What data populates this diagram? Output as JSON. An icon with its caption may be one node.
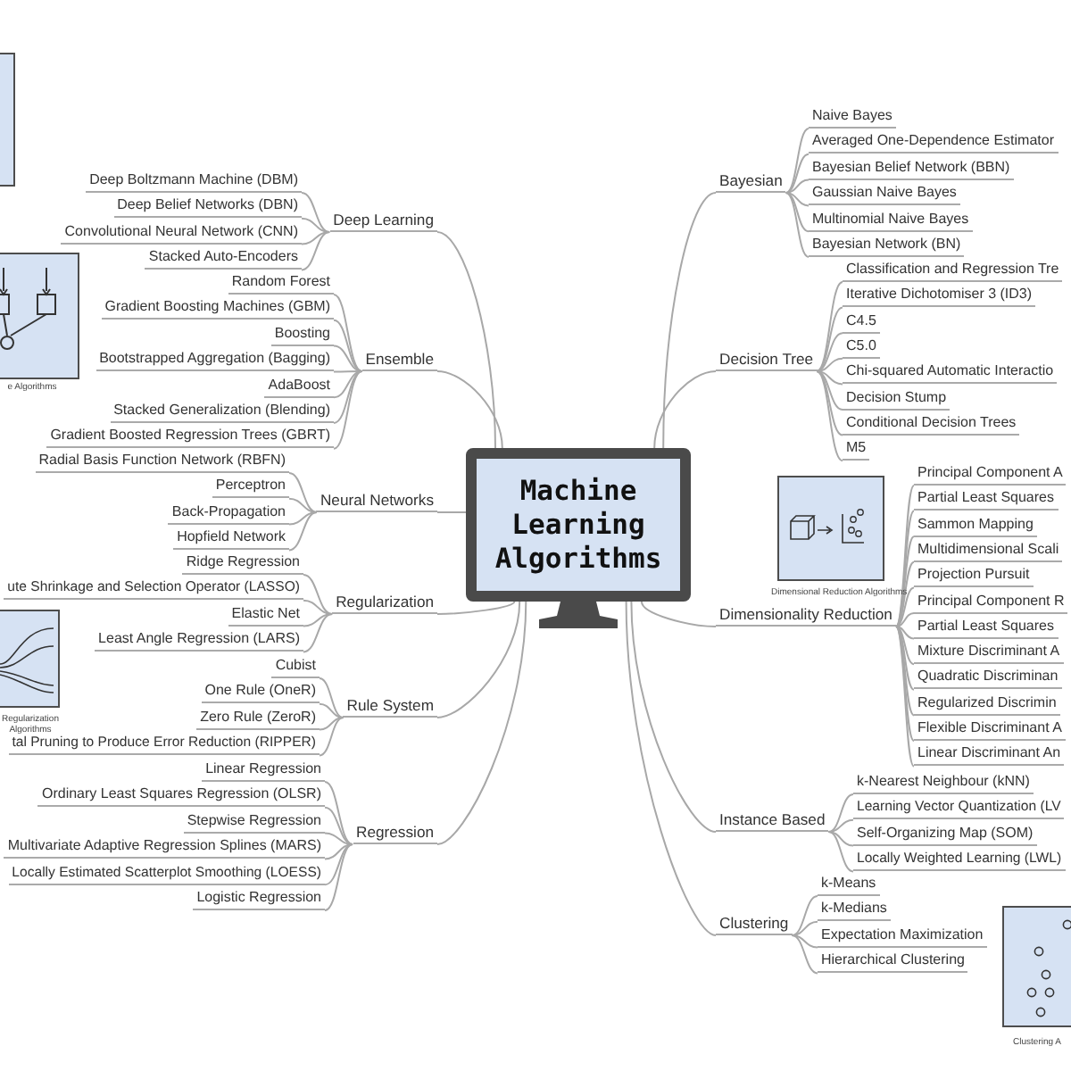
{
  "diagram": {
    "nodes": [
      {
        "text": [
          "Machine Learning Algorithms"
        ]
      },
      {
        "text": [
          "Deep Learning"
        ]
      },
      {
        "text": [
          "Deep Boltzmann Machine (DBM)"
        ]
      },
      {
        "text": [
          "Deep Belief Networks (DBN)"
        ]
      },
      {
        "text": [
          "Convolutional Neural Network (CNN)"
        ]
      },
      {
        "text": [
          "Stacked Auto-Encoders"
        ]
      },
      {
        "text": [
          "Ensemble"
        ]
      },
      {
        "text": [
          "Random Forest"
        ]
      },
      {
        "text": [
          "Gradient Boosting Machines (GBM)"
        ]
      },
      {
        "text": [
          "Boosting"
        ]
      },
      {
        "text": [
          "Bootstrapped Aggregation (Bagging)"
        ]
      },
      {
        "text": [
          "AdaBoost"
        ]
      },
      {
        "text": [
          "Stacked Generalization (Blending)"
        ]
      },
      {
        "text": [
          "Gradient Boosted Regression Trees (GBRT)"
        ]
      },
      {
        "text": [
          "Neural Networks"
        ]
      },
      {
        "text": [
          "Radial Basis Function Network (RBFN)"
        ]
      },
      {
        "text": [
          "Perceptron"
        ]
      },
      {
        "text": [
          "Back-Propagation"
        ]
      },
      {
        "text": [
          "Hopfield Network"
        ]
      },
      {
        "text": [
          "Regularization"
        ]
      },
      {
        "text": [
          "Ridge Regression"
        ]
      },
      {
        "text": [
          "ute Shrinkage and Selection Operator (LASSO)"
        ]
      },
      {
        "text": [
          "Elastic Net"
        ]
      },
      {
        "text": [
          "Least Angle Regression (LARS)"
        ]
      },
      {
        "text": [
          "Rule System"
        ]
      },
      {
        "text": [
          "Cubist"
        ]
      },
      {
        "text": [
          "One Rule (OneR)"
        ]
      },
      {
        "text": [
          "Zero Rule (ZeroR)"
        ]
      },
      {
        "text": [
          "tal Pruning to Produce Error Reduction (RIPPER)"
        ]
      },
      {
        "text": [
          "Regression"
        ]
      },
      {
        "text": [
          "Linear Regression"
        ]
      },
      {
        "text": [
          "Ordinary Least Squares Regression (OLSR)"
        ]
      },
      {
        "text": [
          "Stepwise Regression"
        ]
      },
      {
        "text": [
          "Multivariate Adaptive Regression Splines (MARS)"
        ]
      },
      {
        "text": [
          "Locally Estimated Scatterplot Smoothing (LOESS)"
        ]
      },
      {
        "text": [
          "Logistic Regression"
        ]
      },
      {
        "text": [
          "Bayesian"
        ]
      },
      {
        "text": [
          "Naive Bayes"
        ]
      },
      {
        "text": [
          "Averaged One-Dependence Estimator"
        ]
      },
      {
        "text": [
          "Bayesian Belief Network (BBN)"
        ]
      },
      {
        "text": [
          "Gaussian Naive Bayes"
        ]
      },
      {
        "text": [
          "Multinomial Naive Bayes"
        ]
      },
      {
        "text": [
          "Bayesian Network (BN)"
        ]
      },
      {
        "text": [
          "Decision Tree"
        ]
      },
      {
        "text": [
          "Classification and Regression Tre"
        ]
      },
      {
        "text": [
          "Iterative Dichotomiser 3 (ID3)"
        ]
      },
      {
        "text": [
          "C4.5"
        ]
      },
      {
        "text": [
          "C5.0"
        ]
      },
      {
        "text": [
          "Chi-squared Automatic Interactio"
        ]
      },
      {
        "text": [
          "Decision Stump"
        ]
      },
      {
        "text": [
          "Conditional Decision Trees"
        ]
      },
      {
        "text": [
          "M5"
        ]
      },
      {
        "text": [
          "Dimensionality Reduction"
        ]
      },
      {
        "text": [
          "Principal Component A"
        ]
      },
      {
        "text": [
          "Partial Least Squares"
        ]
      },
      {
        "text": [
          "Sammon Mapping"
        ]
      },
      {
        "text": [
          "Multidimensional Scali"
        ]
      },
      {
        "text": [
          "Projection Pursuit"
        ]
      },
      {
        "text": [
          "Principal Component R"
        ]
      },
      {
        "text": [
          "Partial Least Squares"
        ]
      },
      {
        "text": [
          "Mixture Discriminant A"
        ]
      },
      {
        "text": [
          "Quadratic Discriminan"
        ]
      },
      {
        "text": [
          "Regularized Discrimin"
        ]
      },
      {
        "text": [
          "Flexible Discriminant A"
        ]
      },
      {
        "text": [
          "Linear Discriminant An"
        ]
      },
      {
        "text": [
          "Instance Based"
        ]
      },
      {
        "text": [
          "k-Nearest Neighbour (kNN)"
        ]
      },
      {
        "text": [
          "Learning Vector Quantization (LV"
        ]
      },
      {
        "text": [
          "Self-Organizing Map (SOM)"
        ]
      },
      {
        "text": [
          "Locally Weighted Learning (LWL)"
        ]
      },
      {
        "text": [
          "Clustering"
        ]
      },
      {
        "text": [
          "k-Means"
        ]
      },
      {
        "text": [
          "k-Medians"
        ]
      },
      {
        "text": [
          "Expectation Maximization"
        ]
      },
      {
        "text": [
          "Hierarchical Clustering"
        ]
      }
    ],
    "edges": [
      {
        "from": 0,
        "to": 1,
        "arrow": "none"
      },
      {
        "from": 1,
        "to": 2,
        "arrow": "none"
      },
      {
        "from": 1,
        "to": 3,
        "arrow": "none"
      },
      {
        "from": 1,
        "to": 4,
        "arrow": "none"
      },
      {
        "from": 1,
        "to": 5,
        "arrow": "none"
      },
      {
        "from": 0,
        "to": 6,
        "arrow": "none"
      },
      {
        "from": 6,
        "to": 7,
        "arrow": "none"
      },
      {
        "from": 6,
        "to": 8,
        "arrow": "none"
      },
      {
        "from": 6,
        "to": 9,
        "arrow": "none"
      },
      {
        "from": 6,
        "to": 10,
        "arrow": "none"
      },
      {
        "from": 6,
        "to": 11,
        "arrow": "none"
      },
      {
        "from": 6,
        "to": 12,
        "arrow": "none"
      },
      {
        "from": 6,
        "to": 13,
        "arrow": "none"
      },
      {
        "from": 0,
        "to": 14,
        "arrow": "none"
      },
      {
        "from": 14,
        "to": 15,
        "arrow": "none"
      },
      {
        "from": 14,
        "to": 16,
        "arrow": "none"
      },
      {
        "from": 14,
        "to": 17,
        "arrow": "none"
      },
      {
        "from": 14,
        "to": 18,
        "arrow": "none"
      },
      {
        "from": 0,
        "to": 19,
        "arrow": "none"
      },
      {
        "from": 19,
        "to": 20,
        "arrow": "none"
      },
      {
        "from": 19,
        "to": 21,
        "arrow": "none"
      },
      {
        "from": 19,
        "to": 22,
        "arrow": "none"
      },
      {
        "from": 19,
        "to": 23,
        "arrow": "none"
      },
      {
        "from": 0,
        "to": 24,
        "arrow": "none"
      },
      {
        "from": 24,
        "to": 25,
        "arrow": "none"
      },
      {
        "from": 24,
        "to": 26,
        "arrow": "none"
      },
      {
        "from": 24,
        "to": 27,
        "arrow": "none"
      },
      {
        "from": 24,
        "to": 28,
        "arrow": "none"
      },
      {
        "from": 0,
        "to": 29,
        "arrow": "none"
      },
      {
        "from": 29,
        "to": 30,
        "arrow": "none"
      },
      {
        "from": 29,
        "to": 31,
        "arrow": "none"
      },
      {
        "from": 29,
        "to": 32,
        "arrow": "none"
      },
      {
        "from": 29,
        "to": 33,
        "arrow": "none"
      },
      {
        "from": 29,
        "to": 34,
        "arrow": "none"
      },
      {
        "from": 29,
        "to": 35,
        "arrow": "none"
      },
      {
        "from": 0,
        "to": 36,
        "arrow": "none"
      },
      {
        "from": 36,
        "to": 37,
        "arrow": "none"
      },
      {
        "from": 36,
        "to": 38,
        "arrow": "none"
      },
      {
        "from": 36,
        "to": 39,
        "arrow": "none"
      },
      {
        "from": 36,
        "to": 40,
        "arrow": "none"
      },
      {
        "from": 36,
        "to": 41,
        "arrow": "none"
      },
      {
        "from": 36,
        "to": 42,
        "arrow": "none"
      },
      {
        "from": 0,
        "to": 43,
        "arrow": "none"
      },
      {
        "from": 43,
        "to": 44,
        "arrow": "none"
      },
      {
        "from": 43,
        "to": 45,
        "arrow": "none"
      },
      {
        "from": 43,
        "to": 46,
        "arrow": "none"
      },
      {
        "from": 43,
        "to": 47,
        "arrow": "none"
      },
      {
        "from": 43,
        "to": 48,
        "arrow": "none"
      },
      {
        "from": 43,
        "to": 49,
        "arrow": "none"
      },
      {
        "from": 43,
        "to": 50,
        "arrow": "none"
      },
      {
        "from": 43,
        "to": 51,
        "arrow": "none"
      },
      {
        "from": 0,
        "to": 52,
        "arrow": "none"
      },
      {
        "from": 52,
        "to": 53,
        "arrow": "none"
      },
      {
        "from": 52,
        "to": 54,
        "arrow": "none"
      },
      {
        "from": 52,
        "to": 55,
        "arrow": "none"
      },
      {
        "from": 52,
        "to": 56,
        "arrow": "none"
      },
      {
        "from": 52,
        "to": 57,
        "arrow": "none"
      },
      {
        "from": 52,
        "to": 58,
        "arrow": "none"
      },
      {
        "from": 52,
        "to": 59,
        "arrow": "none"
      },
      {
        "from": 52,
        "to": 60,
        "arrow": "none"
      },
      {
        "from": 52,
        "to": 61,
        "arrow": "none"
      },
      {
        "from": 52,
        "to": 62,
        "arrow": "none"
      },
      {
        "from": 52,
        "to": 63,
        "arrow": "none"
      },
      {
        "from": 52,
        "to": 64,
        "arrow": "none"
      },
      {
        "from": 0,
        "to": 65,
        "arrow": "none"
      },
      {
        "from": 65,
        "to": 66,
        "arrow": "none"
      },
      {
        "from": 65,
        "to": 67,
        "arrow": "none"
      },
      {
        "from": 65,
        "to": 68,
        "arrow": "none"
      },
      {
        "from": 65,
        "to": 69,
        "arrow": "none"
      },
      {
        "from": 0,
        "to": 70,
        "arrow": "none"
      },
      {
        "from": 70,
        "to": 71,
        "arrow": "none"
      },
      {
        "from": 70,
        "to": 72,
        "arrow": "none"
      },
      {
        "from": 70,
        "to": 73,
        "arrow": "none"
      },
      {
        "from": 70,
        "to": 74,
        "arrow": "none"
      }
    ],
    "labels": [
      "e Algorithms",
      "Regularization Algorithms",
      "Dimensional Reduction Algorithms",
      "Clustering A"
    ]
  }
}
